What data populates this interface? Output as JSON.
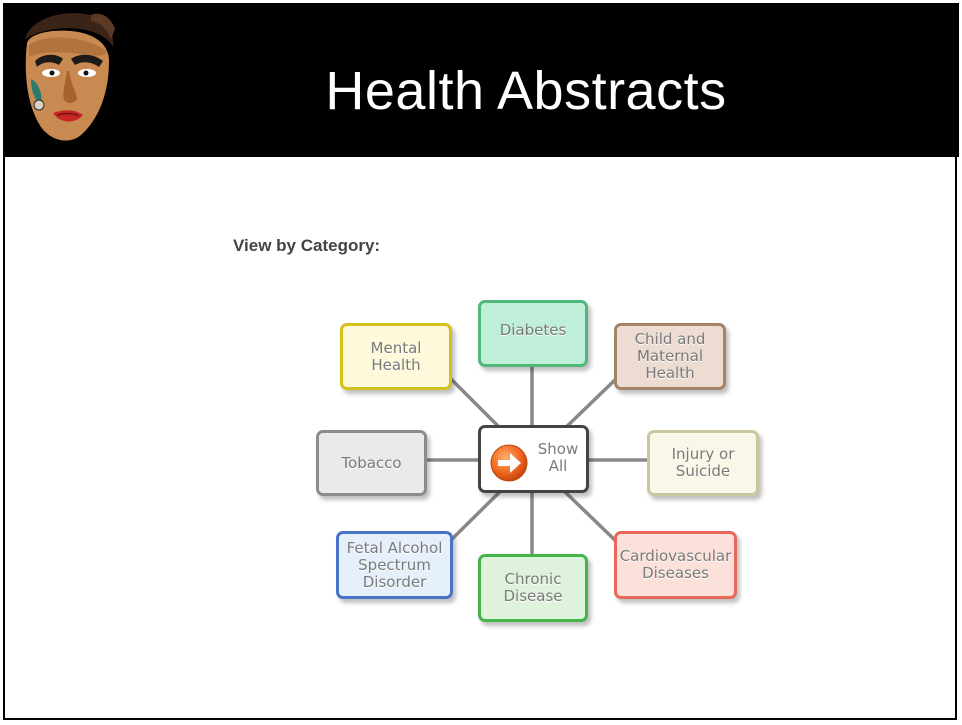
{
  "header": {
    "title": "Health Abstracts"
  },
  "view_label": "View by Category:",
  "center": {
    "label": "Show\nAll"
  },
  "categories": {
    "diabetes": {
      "label": "Diabetes",
      "color": "#4fb87a",
      "fill": "#bfeed9"
    },
    "mental_health": {
      "label": "Mental\nHealth",
      "color": "#d4c21a",
      "fill": "#fdf9da"
    },
    "child_maternal": {
      "label": "Child and\nMaternal\nHealth",
      "color": "#a48366",
      "fill": "#eddcd2"
    },
    "tobacco": {
      "label": "Tobacco",
      "color": "#8c8c8c",
      "fill": "#eaeaea"
    },
    "injury_suicide": {
      "label": "Injury or\nSuicide",
      "color": "#c8c7a0",
      "fill": "#f8f7e8"
    },
    "fasd": {
      "label": "Fetal Alcohol\nSpectrum\nDisorder",
      "color": "#4a74c8",
      "fill": "#e6f0fb"
    },
    "chronic_disease": {
      "label": "Chronic\nDisease",
      "color": "#46b44a",
      "fill": "#dff3dc"
    },
    "cardiovascular": {
      "label": "Cardiovascular\nDiseases",
      "color": "#e8685a",
      "fill": "#fbe1da"
    }
  }
}
